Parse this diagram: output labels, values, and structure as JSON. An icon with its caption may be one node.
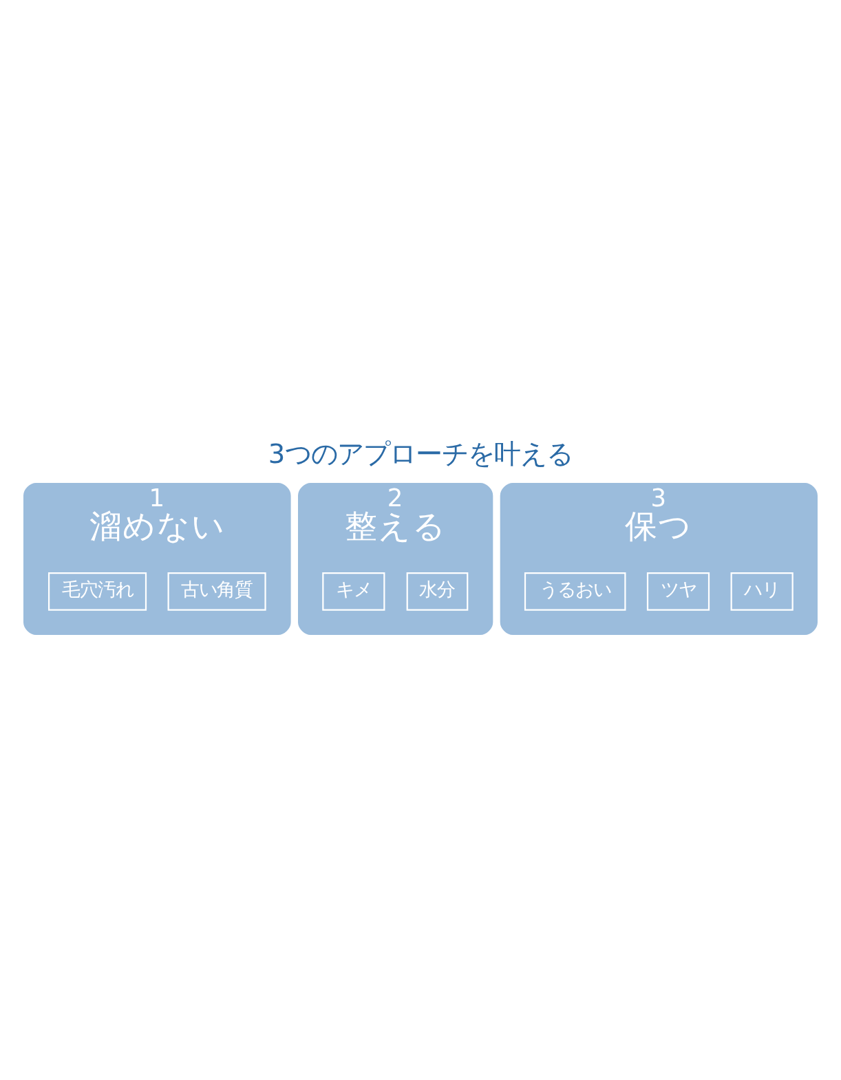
{
  "diagram": {
    "title": "3つのアプローチを叶える",
    "nodes": [
      {
        "text": [
          "1",
          "溜めない"
        ]
      },
      {
        "text": [
          "古い角質"
        ],
        "in": 0
      },
      {
        "text": [
          "毛穴汚れ"
        ],
        "in": 0
      },
      {
        "text": [
          "2",
          "整える"
        ]
      },
      {
        "text": [
          "水分"
        ],
        "in": 3
      },
      {
        "text": [
          "キメ"
        ],
        "in": 3
      },
      {
        "text": [
          "3",
          "保つ"
        ]
      },
      {
        "text": [
          "ハリ"
        ],
        "in": 6
      },
      {
        "text": [
          "ツヤ"
        ],
        "in": 6
      },
      {
        "text": [
          "うるおい"
        ],
        "in": 6
      }
    ],
    "edges": []
  }
}
